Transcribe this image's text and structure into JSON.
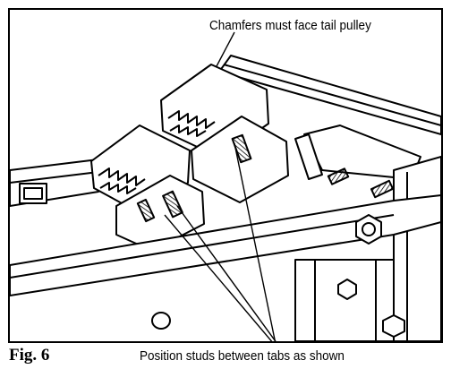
{
  "figure": {
    "label": "Fig. 6",
    "callouts": {
      "top": "Chamfers must face tail pulley",
      "bottom": "Position studs between tabs as shown"
    }
  },
  "colors": {
    "line": "#000000",
    "background": "#ffffff",
    "shade": "#d9d9d9"
  }
}
